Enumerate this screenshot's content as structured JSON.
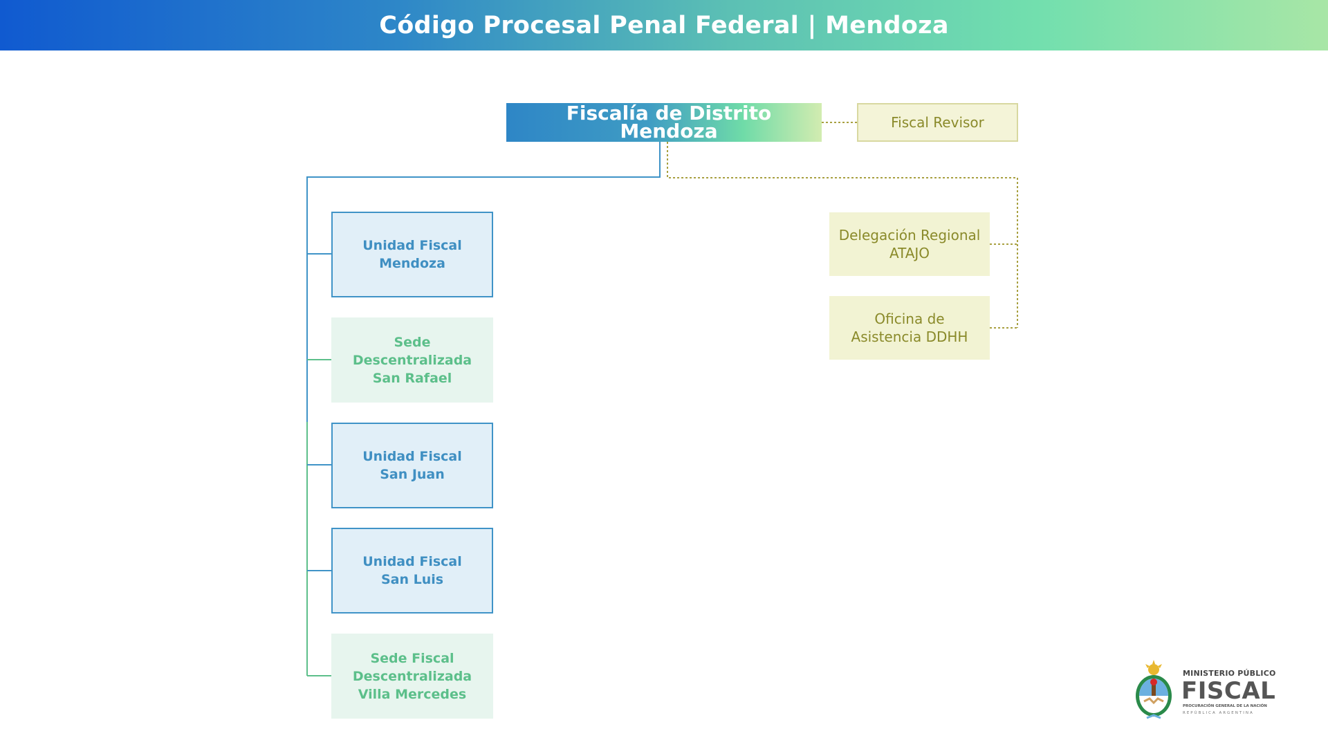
{
  "header": {
    "title": "Código Procesal Penal Federal | Mendoza"
  },
  "diagram": {
    "main": "Fiscalía de Distrito Mendoza",
    "revisor": "Fiscal Revisor",
    "side_units": [
      "Delegación Regional\nATAJO",
      "Oficina de\nAsistencia DDHH"
    ],
    "units": [
      {
        "label": "Unidad Fiscal\nMendoza",
        "style": "blue"
      },
      {
        "label": "Sede\nDescentralizada\nSan Rafael",
        "style": "green"
      },
      {
        "label": "Unidad Fiscal\nSan Juan",
        "style": "blue"
      },
      {
        "label": "Unidad Fiscal\nSan Luis",
        "style": "blue"
      },
      {
        "label": "Sede Fiscal\nDescentralizada\nVilla Mercedes",
        "style": "green"
      }
    ]
  },
  "logo": {
    "line1": "MINISTERIO PÚBLICO",
    "line2": "FISCAL",
    "line3": "PROCURACIÓN GENERAL DE LA NACIÓN",
    "line4": "REPÚBLICA ARGENTINA"
  },
  "colors": {
    "blue": "#3f93c7",
    "green": "#5cbf8a",
    "olive": "#8a8a2a"
  }
}
